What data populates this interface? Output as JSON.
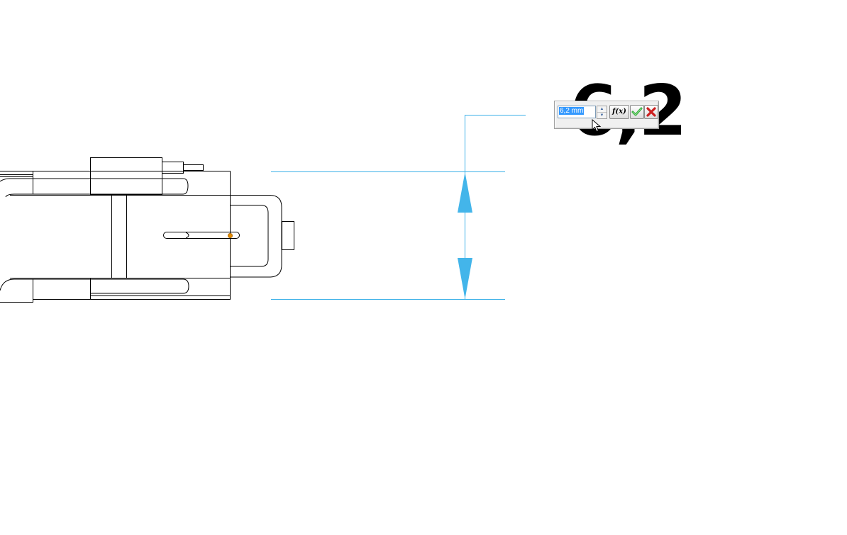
{
  "dimension": {
    "label": "6,2",
    "editor": {
      "value": "6,2 mm",
      "fx_label": "f(x)",
      "ok_icon": "green-checkmark-icon",
      "cancel_icon": "red-x-icon",
      "spin_icon": "up-down-spinner-icon"
    }
  },
  "colors": {
    "background": "#ffffff",
    "dimension_line": "#3bb0e8",
    "arrowhead": "#43b5ea",
    "part_outline": "#000000",
    "snap_point": "#e08a00",
    "selection": "#3399ff",
    "ok_green": "#2ea836",
    "cancel_red": "#cc1f1f"
  }
}
